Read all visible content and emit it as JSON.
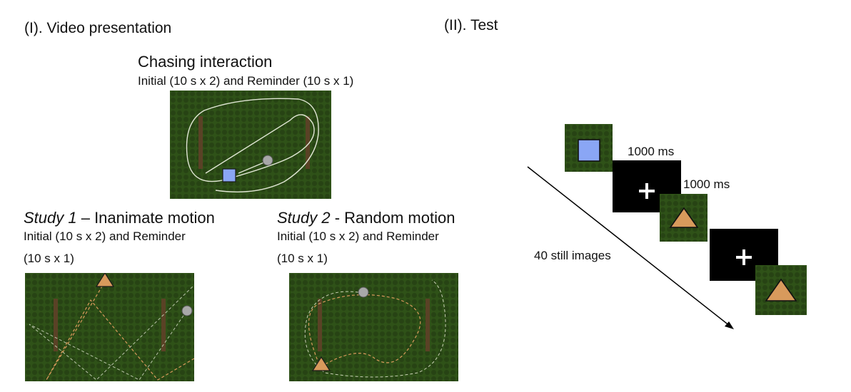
{
  "section_video": "(I). Video presentation",
  "section_test": "(II). Test",
  "chasing": {
    "title": "Chasing interaction",
    "subtitle": "Initial (10 s x 2) and Reminder (10 s x 1)"
  },
  "study1": {
    "title_italic": "Study 1",
    "title_rest": " – Inanimate motion",
    "line1": "Initial (10 s x 2) and Reminder",
    "line2": "(10 s x 1)"
  },
  "study2": {
    "title_italic": "Study 2",
    "title_rest": " - Random motion",
    "line1": "Initial (10 s x 2) and Reminder",
    "line2": "(10 s x 1)"
  },
  "test": {
    "timing_1": "1000 ms",
    "timing_2": "1000 ms",
    "arrow_label": "40 still images"
  },
  "colors": {
    "field_green": "#2e4f19",
    "bar_brown": "#5a4226",
    "square_blue": "#8aa6f5",
    "triangle_orange": "#d89a5c",
    "ball_gray": "#a8a8a8"
  }
}
